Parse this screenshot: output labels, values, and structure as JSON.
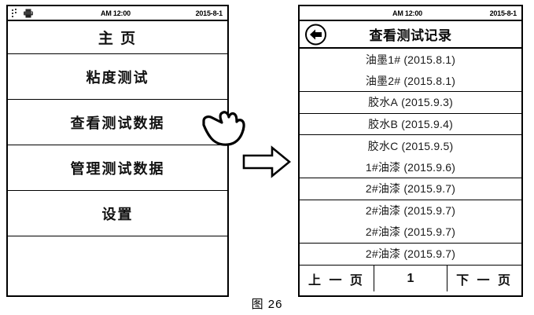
{
  "caption": "图 26",
  "home_screen": {
    "status_bar": {
      "icons": [
        "signal-dots-icon",
        "printer-icon"
      ],
      "time": "AM 12:00",
      "date": "2015-8-1"
    },
    "title": "主 页",
    "menu_items": [
      {
        "label": "粘度测试"
      },
      {
        "label": "查看测试数据"
      },
      {
        "label": "管理测试数据"
      },
      {
        "label": "设置"
      }
    ]
  },
  "record_screen": {
    "status_bar": {
      "time": "AM 12:00",
      "date": "2015-8-1"
    },
    "back_icon": "arrow-left-icon",
    "title": "查看测试记录",
    "records": [
      {
        "name": "油墨1#",
        "date": "(2015.8.1)"
      },
      {
        "name": "油墨2#",
        "date": "(2015.8.1)"
      },
      {
        "name": "胶水A",
        "date": "(2015.9.3)"
      },
      {
        "name": "胶水B",
        "date": "(2015.9.4)"
      },
      {
        "name": "胶水C",
        "date": "(2015.9.5)"
      },
      {
        "name": "1#油漆",
        "date": "(2015.9.6)"
      },
      {
        "name": "2#油漆",
        "date": "(2015.9.7)"
      },
      {
        "name": "2#油漆",
        "date": "(2015.9.7)"
      },
      {
        "name": "2#油漆",
        "date": "(2015.9.7)"
      },
      {
        "name": "2#油漆",
        "date": "(2015.9.7)"
      }
    ],
    "pager": {
      "prev_label": "上 一 页",
      "page_number": "1",
      "next_label": "下 一 页"
    }
  },
  "flow": {
    "hand_icon": "pointing-hand-icon",
    "arrow_icon": "arrow-right-outline-icon"
  },
  "colors": {
    "ink": "#000000",
    "background": "#ffffff"
  }
}
